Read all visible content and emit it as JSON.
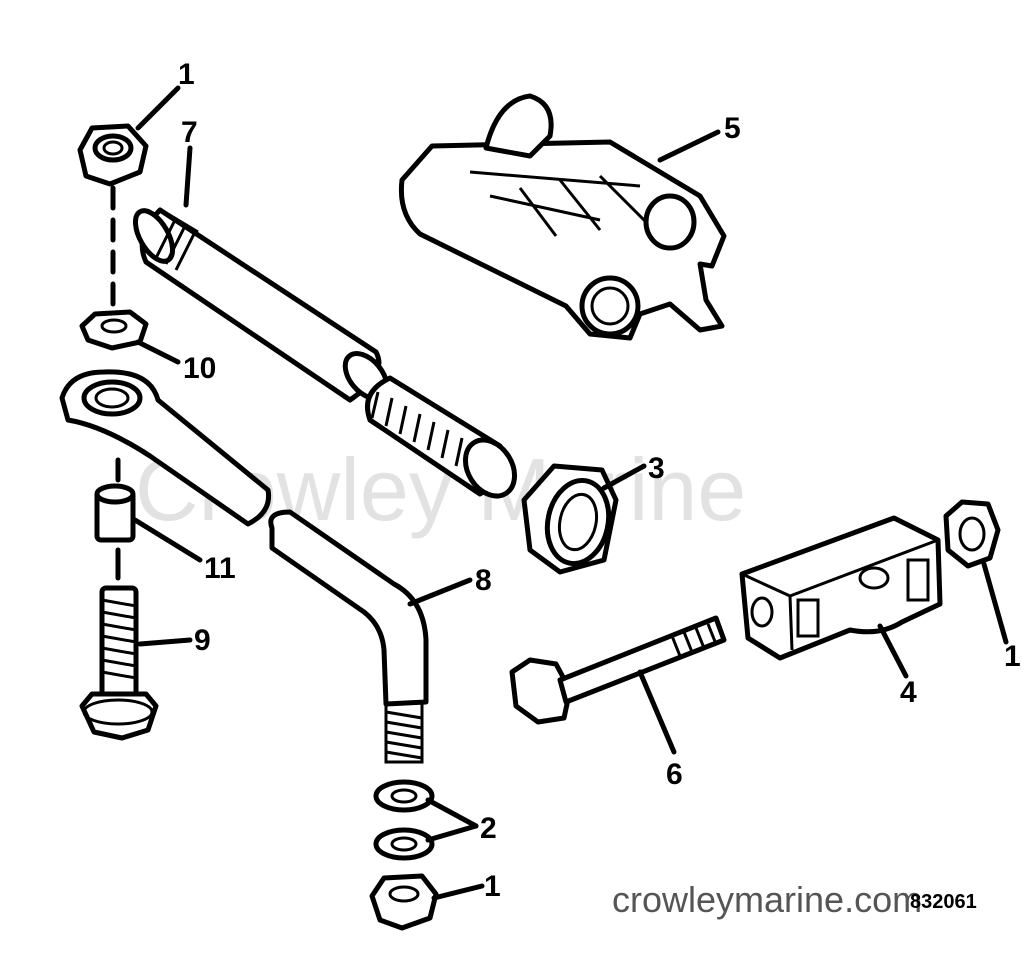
{
  "diagram": {
    "callouts": {
      "c1_top": "1",
      "c1_right": "1",
      "c1_bottom": "1",
      "c2": "2",
      "c3": "3",
      "c4": "4",
      "c5": "5",
      "c6": "6",
      "c7": "7",
      "c8": "8",
      "c9": "9",
      "c10": "10",
      "c11": "11"
    },
    "watermark": "Crowley Marine",
    "site_url": "crowleymarine.com",
    "figure_code": "832061"
  }
}
